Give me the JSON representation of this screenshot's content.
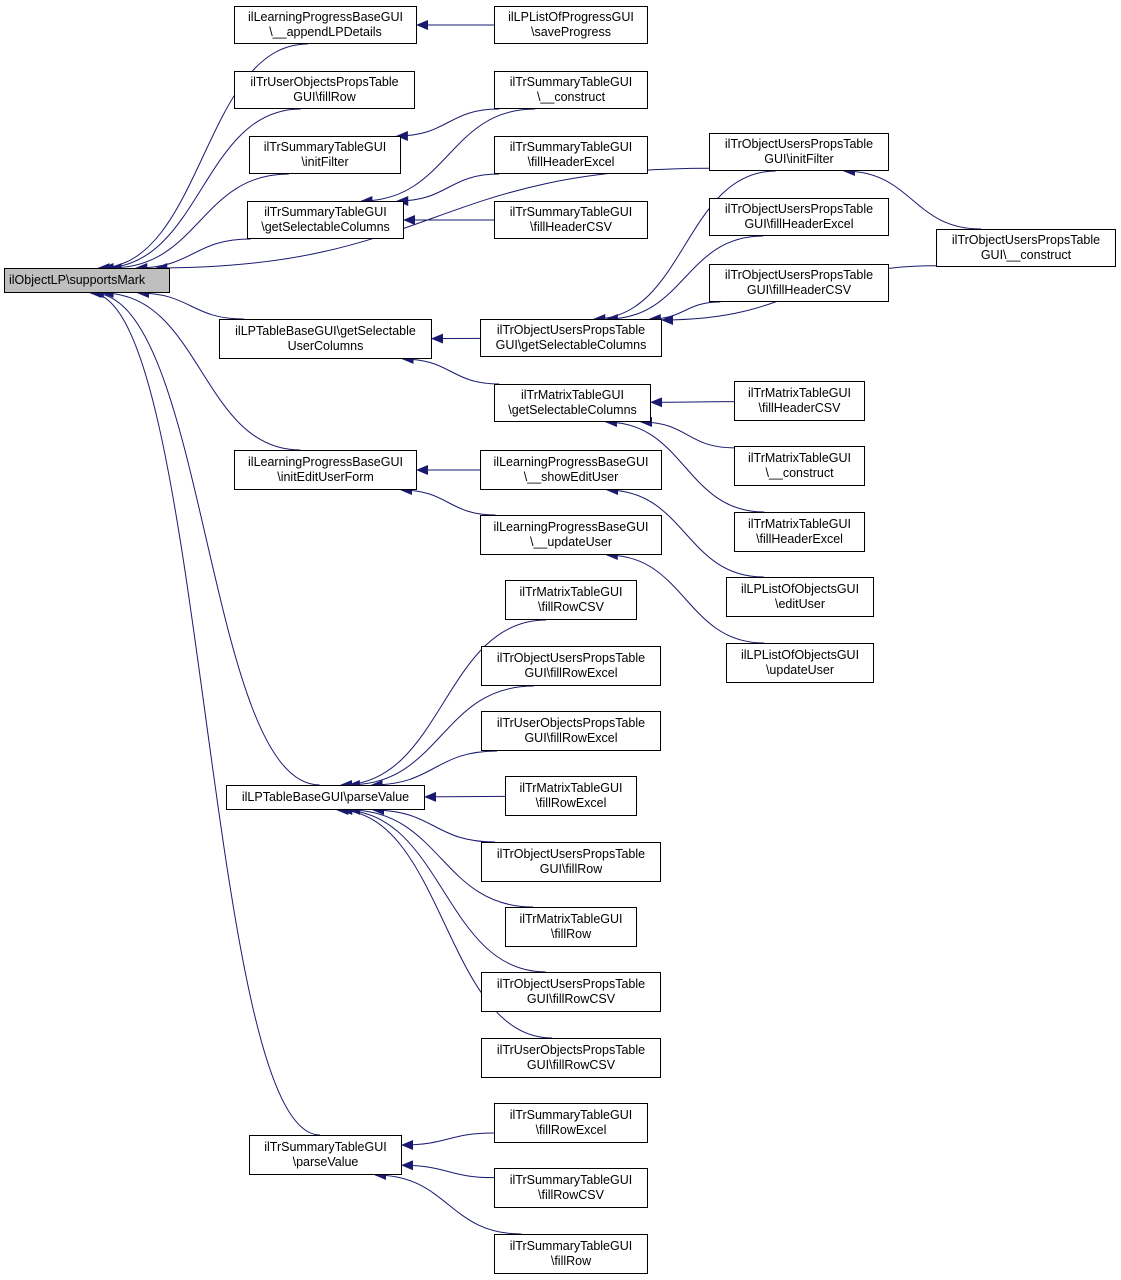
{
  "colors": {
    "edge": "#191970",
    "root_fill": "#bfbfbf",
    "node_fill": "#ffffff",
    "border": "#000000"
  },
  "nodes": {
    "n0": {
      "lines": [
        "ilObjectLP\\supportsMark"
      ]
    },
    "n1": {
      "lines": [
        "ilLearningProgressBaseGUI",
        "\\__appendLPDetails"
      ]
    },
    "n2": {
      "lines": [
        "ilLPListOfProgressGUI",
        "\\saveProgress"
      ]
    },
    "n3": {
      "lines": [
        "ilTrUserObjectsPropsTable",
        "GUI\\fillRow"
      ]
    },
    "n4": {
      "lines": [
        "ilTrSummaryTableGUI",
        "\\__construct"
      ]
    },
    "n5": {
      "lines": [
        "ilTrSummaryTableGUI",
        "\\initFilter"
      ]
    },
    "n6": {
      "lines": [
        "ilTrSummaryTableGUI",
        "\\fillHeaderExcel"
      ]
    },
    "n7": {
      "lines": [
        "ilTrSummaryTableGUI",
        "\\getSelectableColumns"
      ]
    },
    "n8": {
      "lines": [
        "ilTrSummaryTableGUI",
        "\\fillHeaderCSV"
      ]
    },
    "n9": {
      "lines": [
        "ilTrObjectUsersPropsTable",
        "GUI\\initFilter"
      ]
    },
    "n10": {
      "lines": [
        "ilTrObjectUsersPropsTable",
        "GUI\\fillHeaderExcel"
      ]
    },
    "n11": {
      "lines": [
        "ilTrObjectUsersPropsTable",
        "GUI\\__construct"
      ]
    },
    "n12": {
      "lines": [
        "ilTrObjectUsersPropsTable",
        "GUI\\fillHeaderCSV"
      ]
    },
    "n13": {
      "lines": [
        "ilLPTableBaseGUI\\getSelectable",
        "UserColumns"
      ]
    },
    "n14": {
      "lines": [
        "ilTrObjectUsersPropsTable",
        "GUI\\getSelectableColumns"
      ]
    },
    "n15": {
      "lines": [
        "ilTrMatrixTableGUI",
        "\\getSelectableColumns"
      ]
    },
    "n16": {
      "lines": [
        "ilTrMatrixTableGUI",
        "\\fillHeaderCSV"
      ]
    },
    "n17": {
      "lines": [
        "ilLearningProgressBaseGUI",
        "\\initEditUserForm"
      ]
    },
    "n18": {
      "lines": [
        "ilLearningProgressBaseGUI",
        "\\__showEditUser"
      ]
    },
    "n19": {
      "lines": [
        "ilTrMatrixTableGUI",
        "\\__construct"
      ]
    },
    "n20": {
      "lines": [
        "ilLearningProgressBaseGUI",
        "\\__updateUser"
      ]
    },
    "n21": {
      "lines": [
        "ilTrMatrixTableGUI",
        "\\fillHeaderExcel"
      ]
    },
    "n22": {
      "lines": [
        "ilLPListOfObjectsGUI",
        "\\editUser"
      ]
    },
    "n23": {
      "lines": [
        "ilTrMatrixTableGUI",
        "\\fillRowCSV"
      ]
    },
    "n24": {
      "lines": [
        "ilLPListOfObjectsGUI",
        "\\updateUser"
      ]
    },
    "n25": {
      "lines": [
        "ilTrObjectUsersPropsTable",
        "GUI\\fillRowExcel"
      ]
    },
    "n26": {
      "lines": [
        "ilTrUserObjectsPropsTable",
        "GUI\\fillRowExcel"
      ]
    },
    "n27": {
      "lines": [
        "ilLPTableBaseGUI\\parseValue"
      ]
    },
    "n28": {
      "lines": [
        "ilTrMatrixTableGUI",
        "\\fillRowExcel"
      ]
    },
    "n29": {
      "lines": [
        "ilTrObjectUsersPropsTable",
        "GUI\\fillRow"
      ]
    },
    "n30": {
      "lines": [
        "ilTrMatrixTableGUI",
        "\\fillRow"
      ]
    },
    "n31": {
      "lines": [
        "ilTrObjectUsersPropsTable",
        "GUI\\fillRowCSV"
      ]
    },
    "n32": {
      "lines": [
        "ilTrUserObjectsPropsTable",
        "GUI\\fillRowCSV"
      ]
    },
    "n33": {
      "lines": [
        "ilTrSummaryTableGUI",
        "\\fillRowExcel"
      ]
    },
    "n34": {
      "lines": [
        "ilTrSummaryTableGUI",
        "\\parseValue"
      ]
    },
    "n35": {
      "lines": [
        "ilTrSummaryTableGUI",
        "\\fillRowCSV"
      ]
    },
    "n36": {
      "lines": [
        "ilTrSummaryTableGUI",
        "\\fillRow"
      ]
    }
  },
  "edges": [
    [
      "n1",
      "n0"
    ],
    [
      "n3",
      "n0"
    ],
    [
      "n5",
      "n0"
    ],
    [
      "n7",
      "n0"
    ],
    [
      "n9",
      "n0"
    ],
    [
      "n13",
      "n0"
    ],
    [
      "n17",
      "n0"
    ],
    [
      "n27",
      "n0"
    ],
    [
      "n34",
      "n0"
    ],
    [
      "n2",
      "n1"
    ],
    [
      "n4",
      "n5"
    ],
    [
      "n4",
      "n7"
    ],
    [
      "n6",
      "n7"
    ],
    [
      "n8",
      "n7"
    ],
    [
      "n11",
      "n9"
    ],
    [
      "n14",
      "n13"
    ],
    [
      "n15",
      "n13"
    ],
    [
      "n9",
      "n14"
    ],
    [
      "n10",
      "n14"
    ],
    [
      "n12",
      "n14"
    ],
    [
      "n11",
      "n14"
    ],
    [
      "n16",
      "n15"
    ],
    [
      "n19",
      "n15"
    ],
    [
      "n21",
      "n15"
    ],
    [
      "n18",
      "n17"
    ],
    [
      "n20",
      "n17"
    ],
    [
      "n22",
      "n18"
    ],
    [
      "n24",
      "n20"
    ],
    [
      "n23",
      "n27"
    ],
    [
      "n25",
      "n27"
    ],
    [
      "n26",
      "n27"
    ],
    [
      "n28",
      "n27"
    ],
    [
      "n29",
      "n27"
    ],
    [
      "n30",
      "n27"
    ],
    [
      "n31",
      "n27"
    ],
    [
      "n32",
      "n27"
    ],
    [
      "n33",
      "n34"
    ],
    [
      "n35",
      "n34"
    ],
    [
      "n36",
      "n34"
    ]
  ]
}
